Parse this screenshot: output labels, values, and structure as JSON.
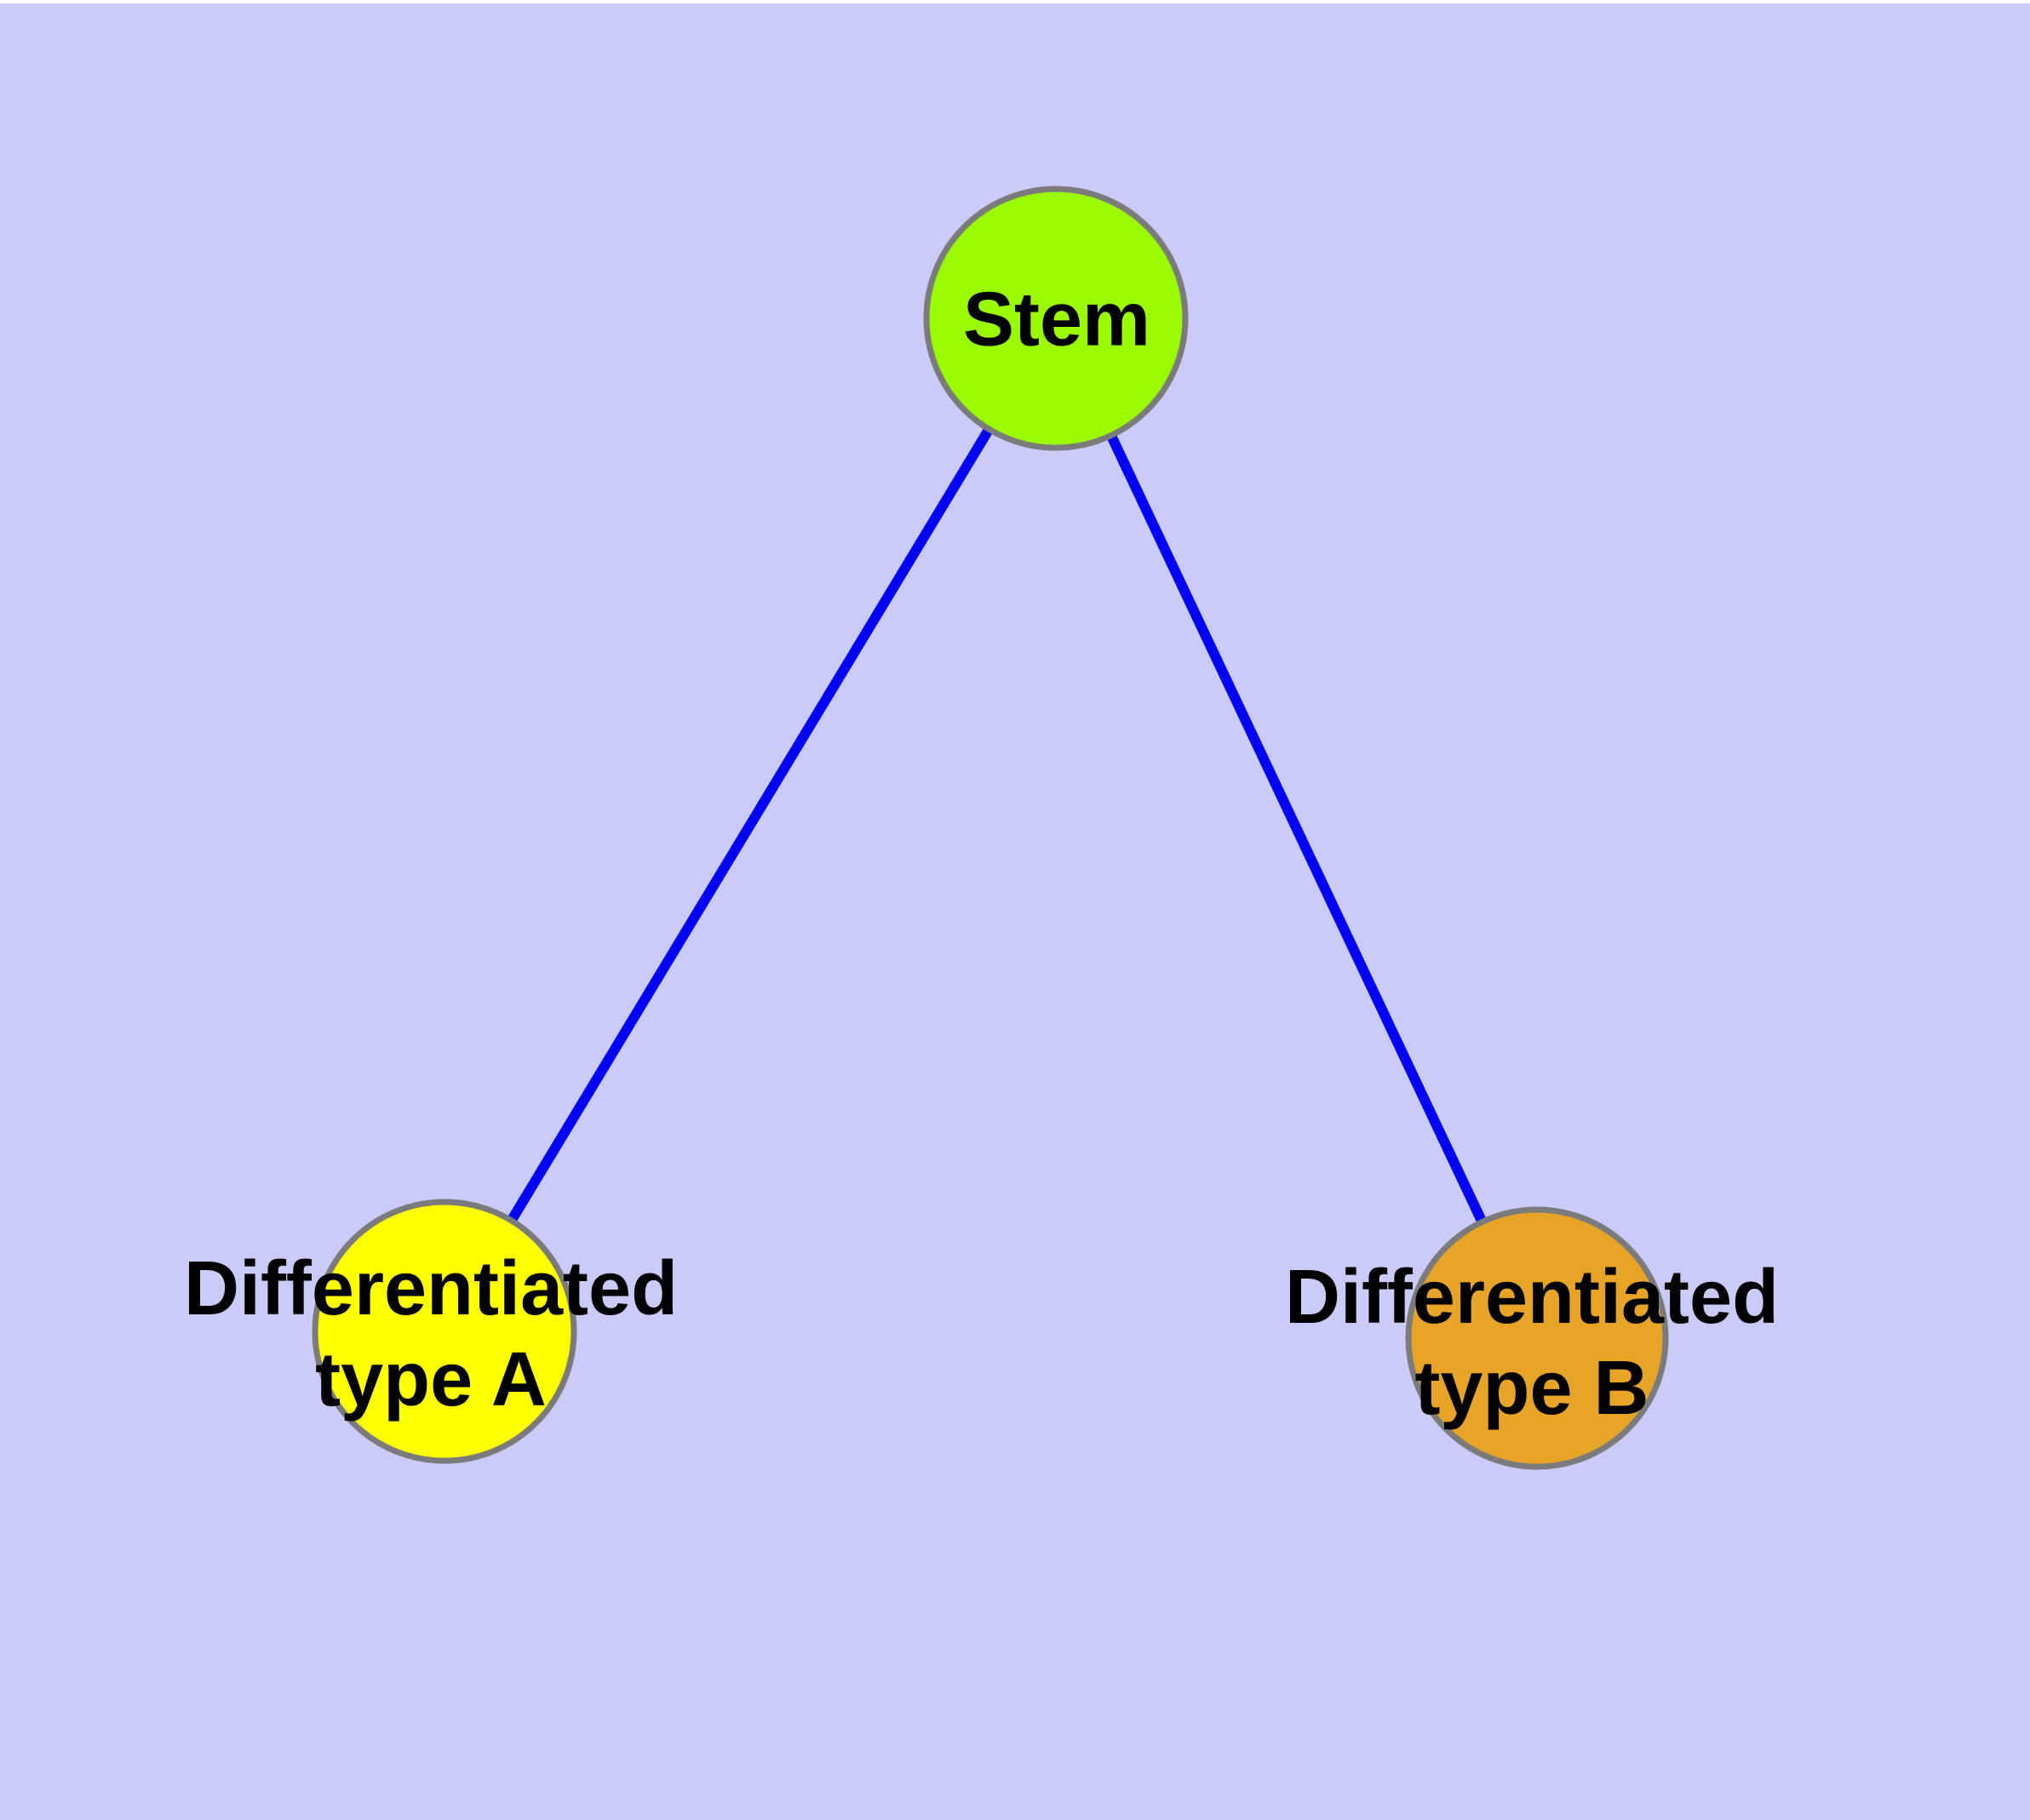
{
  "diagram": {
    "type": "graph",
    "background_color": "#CBCBF9",
    "top_margin_color": "#FFFFFF",
    "edge_color": "#0000F5",
    "node_border_color": "#7B7B7B",
    "label_color": "#000000",
    "nodes": [
      {
        "id": "stem",
        "label": "Stem",
        "color": "#9AFA00"
      },
      {
        "id": "diff-a",
        "label": "Differentiated\ntype A",
        "color": "#FFFF00"
      },
      {
        "id": "diff-b",
        "label": "Differentiated\ntype B",
        "color": "#E8A427"
      }
    ],
    "edges": [
      {
        "from": "stem",
        "to": "diff-a"
      },
      {
        "from": "stem",
        "to": "diff-b"
      }
    ]
  }
}
